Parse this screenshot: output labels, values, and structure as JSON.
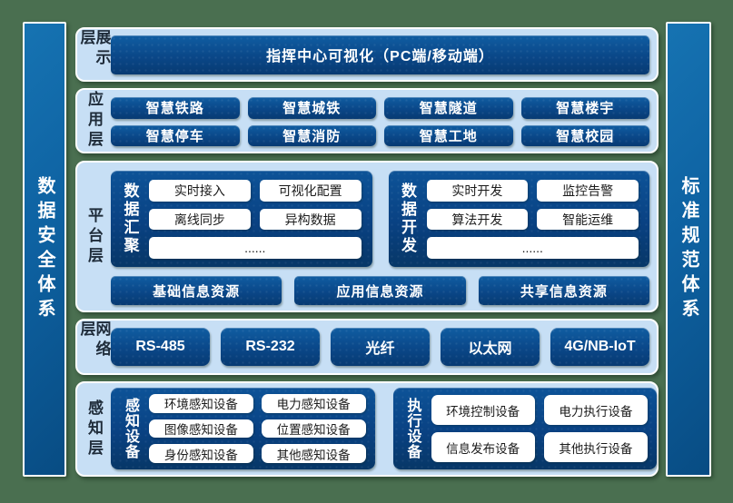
{
  "side_bars": {
    "left": "数据安全体系",
    "right": "标准规范体系"
  },
  "layers": {
    "display": {
      "label": "展示层",
      "box": "指挥中心可视化（PC端/移动端）"
    },
    "application": {
      "label": "应用层",
      "boxes": [
        "智慧铁路",
        "智慧城铁",
        "智慧隧道",
        "智慧楼宇",
        "智慧停车",
        "智慧消防",
        "智慧工地",
        "智慧校园"
      ]
    },
    "platform": {
      "label": "平台层",
      "aggregation": {
        "label": "数据汇聚",
        "boxes": [
          "实时接入",
          "可视化配置",
          "离线同步",
          "异构数据"
        ],
        "more": "......"
      },
      "development": {
        "label": "数据开发",
        "boxes": [
          "实时开发",
          "监控告警",
          "算法开发",
          "智能运维"
        ],
        "more": "......"
      },
      "resources": [
        "基础信息资源",
        "应用信息资源",
        "共享信息资源"
      ]
    },
    "network": {
      "label": "网络层",
      "boxes": [
        "RS-485",
        "RS-232",
        "光纤",
        "以太网",
        "4G/NB-IoT"
      ]
    },
    "perception": {
      "label": "感知层",
      "sensing": {
        "label": "感知设备",
        "boxes": [
          "环境感知设备",
          "电力感知设备",
          "图像感知设备",
          "位置感知设备",
          "身份感知设备",
          "其他感知设备"
        ]
      },
      "execution": {
        "label": "执行设备",
        "boxes": [
          "环境控制设备",
          "电力执行设备",
          "信息发布设备",
          "其他执行设备"
        ]
      }
    }
  },
  "colors": {
    "background_green": "#4a6f50",
    "panel_blue": "#c7dff5",
    "box_dark_blue": "#0a4788",
    "pillar_blue": "#0e62a2",
    "text_dark": "#1f2c3a"
  }
}
